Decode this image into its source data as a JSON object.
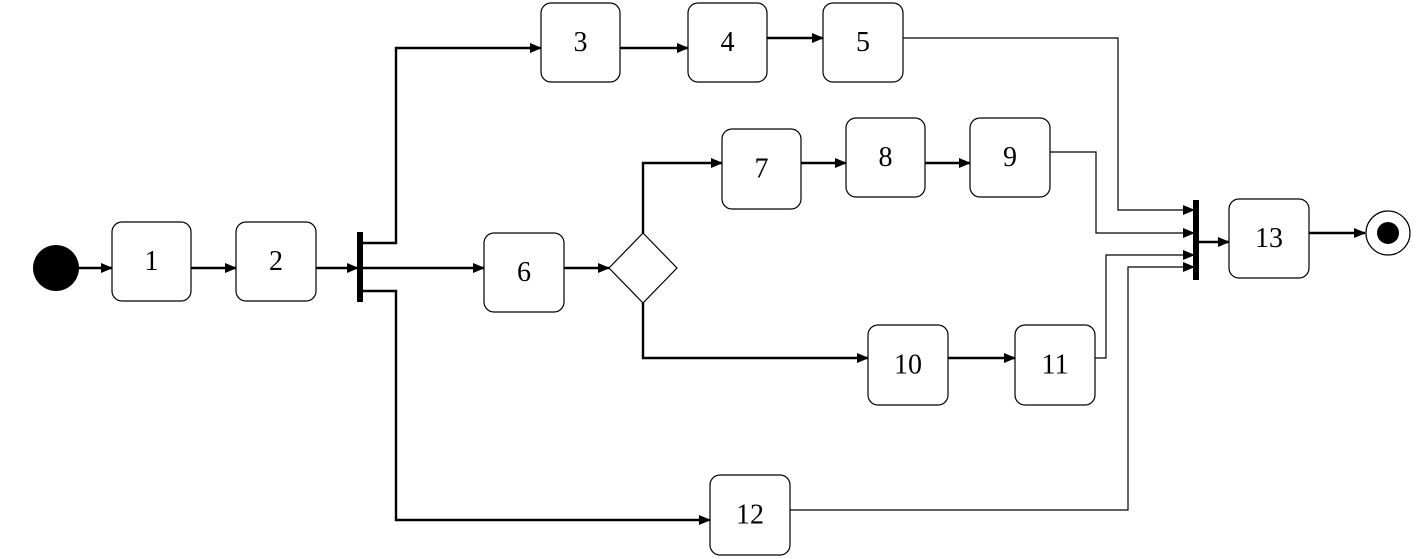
{
  "diagram": {
    "type": "activity-diagram",
    "activities": [
      {
        "id": "a1",
        "label": "1"
      },
      {
        "id": "a2",
        "label": "2"
      },
      {
        "id": "a3",
        "label": "3"
      },
      {
        "id": "a4",
        "label": "4"
      },
      {
        "id": "a5",
        "label": "5"
      },
      {
        "id": "a6",
        "label": "6"
      },
      {
        "id": "a7",
        "label": "7"
      },
      {
        "id": "a8",
        "label": "8"
      },
      {
        "id": "a9",
        "label": "9"
      },
      {
        "id": "a10",
        "label": "10"
      },
      {
        "id": "a11",
        "label": "11"
      },
      {
        "id": "a12",
        "label": "12"
      },
      {
        "id": "a13",
        "label": "13"
      }
    ],
    "flows": [
      [
        "start",
        "a1"
      ],
      [
        "a1",
        "a2"
      ],
      [
        "a2",
        "fork"
      ],
      [
        "fork",
        "a3"
      ],
      [
        "a3",
        "a4"
      ],
      [
        "a4",
        "a5"
      ],
      [
        "a5",
        "join"
      ],
      [
        "fork",
        "a6"
      ],
      [
        "a6",
        "decision"
      ],
      [
        "decision",
        "a7"
      ],
      [
        "a7",
        "a8"
      ],
      [
        "a8",
        "a9"
      ],
      [
        "a9",
        "join"
      ],
      [
        "decision",
        "a10"
      ],
      [
        "a10",
        "a11"
      ],
      [
        "a11",
        "join"
      ],
      [
        "fork",
        "a12"
      ],
      [
        "a12",
        "join"
      ],
      [
        "join",
        "a13"
      ],
      [
        "a13",
        "end"
      ]
    ],
    "colors": {
      "stroke": "#000000",
      "fill": "#ffffff"
    }
  }
}
